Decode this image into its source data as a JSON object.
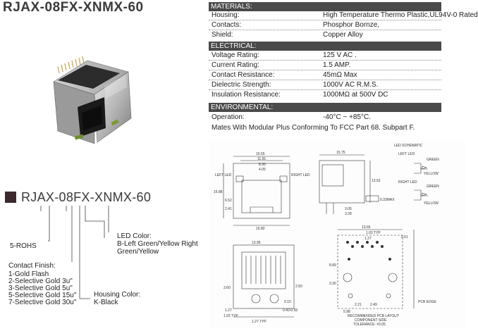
{
  "title": "RJAX-08FX-XNMX-60",
  "part_number": "RJAX-08FX-XNMX-60",
  "legend": {
    "rohs": "5-ROHS",
    "led_color_title": "LED Color:",
    "led_color_lines": [
      "B-Left Green/Yellow Right",
      "Green/Yellow"
    ],
    "contact_finish_title": "Contact Finish:",
    "contact_finish_lines": [
      "1-Gold Flash",
      "2-Selective Gold 3u\"",
      "3-Selective Gold 5u\"",
      "5-Selective Gold 15u\"",
      "7-Selective Gold 30u\""
    ],
    "housing_color_title": "Housing Color:",
    "housing_color_value": "K-Black"
  },
  "specs": {
    "materials": {
      "header": "MATERIALS:",
      "rows": [
        {
          "label": "Housing:",
          "value": "High Temperature Thermo Plastic,UL94V-0 Rated"
        },
        {
          "label": "Contacts:",
          "value": "Phosphor Bornze,"
        },
        {
          "label": "Shield:",
          "value": "Copper Alloy"
        }
      ]
    },
    "electrical": {
      "header": "ELECTRICAL:",
      "rows": [
        {
          "label": "Voltage Rating:",
          "value": "125 V  AC ."
        },
        {
          "label": "Current Rating:",
          "value": "1.5 AMP."
        },
        {
          "label": "Contact Resistance:",
          "value": "45mΩ Max"
        },
        {
          "label": "Dielectric Strength:",
          "value": "1000V AC R.M.S."
        },
        {
          "label": "Insulation Resistance:",
          "value": "1000MΩ at 500V DC"
        }
      ]
    },
    "environmental": {
      "header": "ENVIRONMENTAL:",
      "operation_label": "Operation:",
      "operation_value": "-40°C ~ +85°C.",
      "note": "Mates With Modular Plus Conforming To FCC Part 68. Subpart F."
    }
  },
  "drawing": {
    "dims_front": [
      "16.55",
      "11.91",
      "8.30",
      "4.05",
      "15.88",
      "6.52",
      "2.41",
      "15.80"
    ],
    "left_led": "LEFT LED",
    "right_led": "RIGHT LED",
    "dims_side": [
      "15.75",
      "13.52",
      "3.05",
      "3.28"
    ],
    "plate_label": "0.33MAX",
    "schematic_title": "LED SCHEMATIC",
    "left_led_small": "LEFT LED",
    "right_led_small": "RIGHT LED",
    "green": "GREEN",
    "yellow": "YELLOW",
    "dims_bottom": [
      "13.95",
      "1.27",
      "3.60",
      "2.50",
      "0.10",
      "1.02 TYP",
      "1.27 TYP",
      "0.40-0.55"
    ],
    "dims_pcb": [
      "13.65",
      "1.02 TYP",
      "1.27",
      "8.89",
      "3.30",
      "0.51",
      "2.21",
      "2.49",
      "5.98"
    ],
    "pcb_edge": "PCB EDGE",
    "pcb_layout": "RECOMMENDED PCB LAYOUT",
    "component_side": "COMPONENT SIDE",
    "tolerance": "TOLERANCE: ±0.05"
  },
  "colors": {
    "header_bg": "#4a4a4a",
    "legend_square": "#3a2a2e"
  }
}
